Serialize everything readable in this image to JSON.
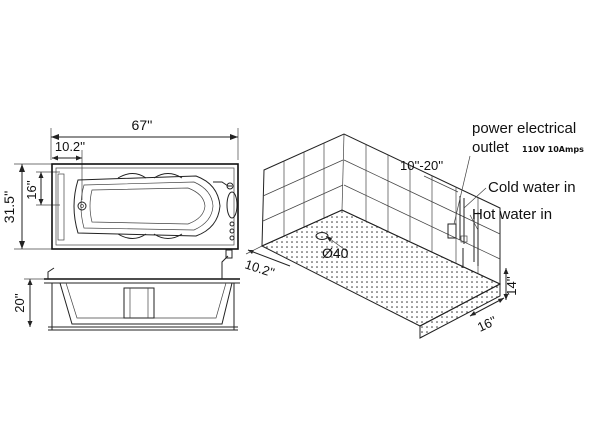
{
  "top_view": {
    "length": "67''",
    "width": "31.5''",
    "drain_offset": "10.2''",
    "drain_width": "16''"
  },
  "side_view": {
    "height": "20''"
  },
  "install_view": {
    "outlet_spacing": "10''-20''",
    "drain_diameter": "Ø40",
    "drain_offset": "10.2''",
    "base_height": "14''",
    "base_depth": "16''",
    "callouts": {
      "power_line1": "power electrical",
      "power_line2": "outlet",
      "power_spec": "110V 10Amps",
      "cold_water": "Cold water in",
      "hot_water": "Hot water in"
    }
  }
}
